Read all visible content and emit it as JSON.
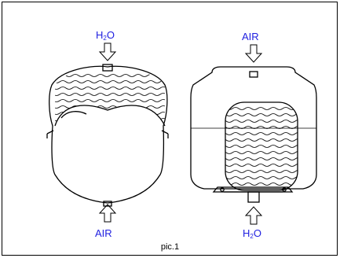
{
  "colors": {
    "label": "#2020e0",
    "line": "#000000",
    "background": "#ffffff"
  },
  "left_vessel": {
    "top_label": {
      "main": "H",
      "sub": "2",
      "tail": "O"
    },
    "bottom_label": "AIR"
  },
  "right_vessel": {
    "top_label": "AIR",
    "bottom_label": {
      "main": "H",
      "sub": "2",
      "tail": "O"
    }
  },
  "caption": "pic.1"
}
